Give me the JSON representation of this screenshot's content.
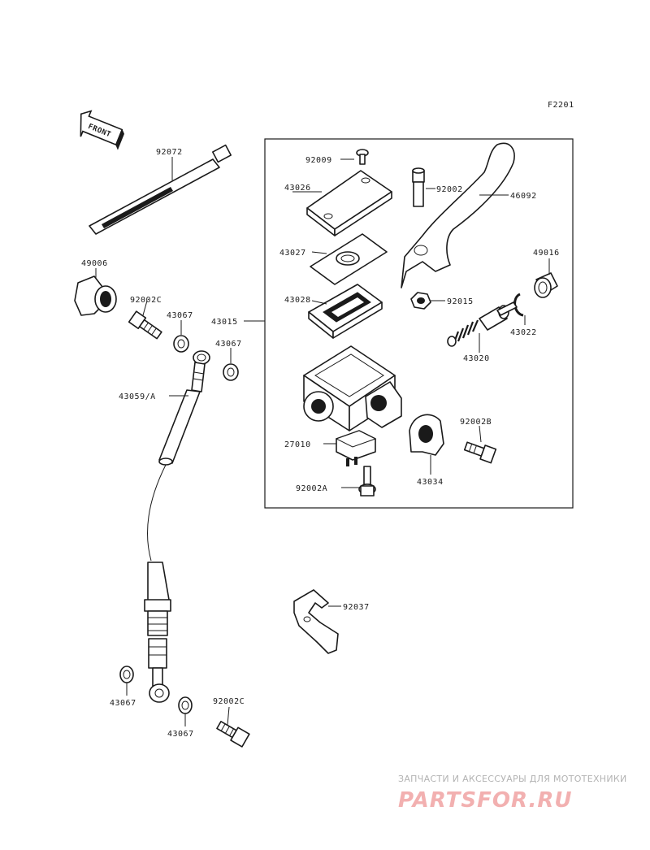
{
  "figure_code": "F2201",
  "front_label": "FRONT",
  "parts": {
    "p92072": "92072",
    "p49006": "49006",
    "p92002c_top": "92002C",
    "p43067_a": "43067",
    "p43067_b": "43067",
    "p43059a": "43059/A",
    "p43015": "43015",
    "p92009": "92009",
    "p43026": "43026",
    "p43027": "43027",
    "p43028": "43028",
    "p92002": "92002",
    "p46092": "46092",
    "p49016": "49016",
    "p92015": "92015",
    "p43022": "43022",
    "p43020": "43020",
    "p92002b": "92002B",
    "p27010": "27010",
    "p43034": "43034",
    "p92002a": "92002A",
    "p92037": "92037",
    "p43067_c": "43067",
    "p43067_d": "43067",
    "p92002c_bottom": "92002C"
  },
  "watermark": {
    "caption": "ЗАПЧАСТИ И АКСЕССУАРЫ ДЛЯ МОТОТЕХНИКИ",
    "brand": "PARTSFOR.RU"
  }
}
